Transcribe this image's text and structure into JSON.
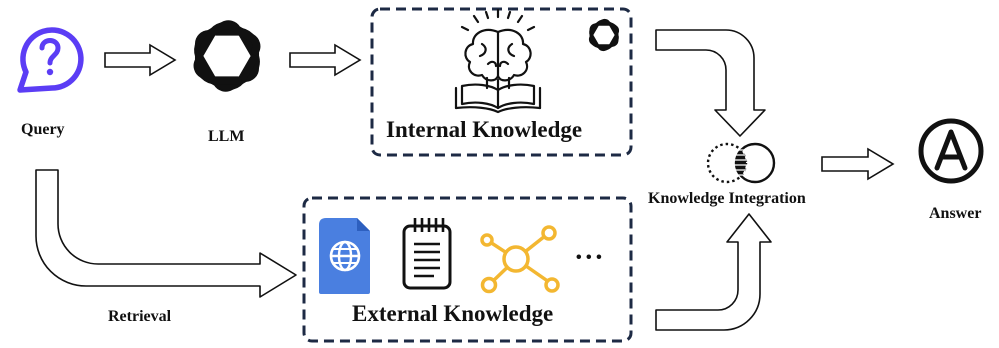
{
  "labels": {
    "query": "Query",
    "llm": "LLM",
    "internal_knowledge": "Internal Knowledge",
    "external_knowledge": "External Knowledge",
    "knowledge_integration": "Knowledge Integration",
    "answer": "Answer",
    "retrieval": "Retrieval",
    "more": "• • •"
  },
  "icons": [
    "question-icon",
    "openai-logo-icon",
    "brain-book-icon",
    "web-document-icon",
    "notepad-icon",
    "network-graph-icon",
    "overlap-circles-icon",
    "answer-a-icon"
  ],
  "colors": {
    "query_icon": "#5b3df5",
    "web_doc": "#4a7fe0",
    "graph": "#f3b731",
    "box_border": "#1d2a44",
    "stroke": "#111111"
  }
}
